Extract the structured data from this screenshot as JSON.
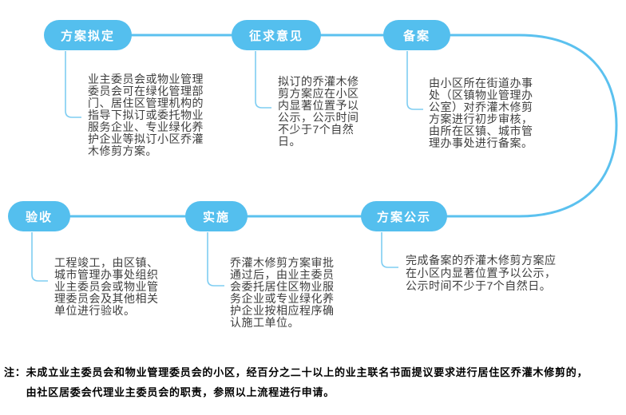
{
  "colors": {
    "node_fill": "#54BFEE",
    "node_label": "#FFFFFF",
    "flow_line": "#5BC1EF",
    "elbow_line": "#7ECDF2",
    "desc_text": "#3D3D3D",
    "note_text": "#000000"
  },
  "steps": [
    {
      "label": "方案拟定",
      "desc": "业主委员会或物业管理\n委员会可在绿化管理部\n门、居住区管理机构的\n指导下拟订或委托物业\n服务企业、专业绿化养\n护企业等拟订小区乔灌\n木修剪方案。"
    },
    {
      "label": "征求意见",
      "desc": "拟订的乔灌木修\n剪方案应在小区\n内显著位置予以\n公示，公示时间\n不少于7个自然\n日。"
    },
    {
      "label": "备案",
      "desc": "由小区所在街道办事\n处（区镇物业管理办\n公室）对乔灌木修剪\n方案进行初步审核，\n由所在区镇、城市管\n理办事处进行备案。"
    },
    {
      "label": "方案公示",
      "desc": "完成备案的乔灌木修剪方案应\n在小区内显著位置予以公示，\n公示时间不少于7个自然日。"
    },
    {
      "label": "实施",
      "desc": "乔灌木修剪方案审批\n通过后，由业主委员\n会委托居住区物业服\n务企业或专业绿化养\n护企业按相应程序确\n认施工单位。"
    },
    {
      "label": "验收",
      "desc": "工程竣工，由区镇、\n城市管理办事处组织\n业主委员会或物业管\n理委员会及其他相关\n单位进行验收。"
    }
  ],
  "note": {
    "prefix": "注：",
    "text": "未成立业主委员会和物业管理委员会的小区，经百分之二十以上的业主联名书面提议要求进行居住区乔灌木修剪的，\n由社区居委会代理业主委员会的职责，参照以上流程进行申请。"
  }
}
